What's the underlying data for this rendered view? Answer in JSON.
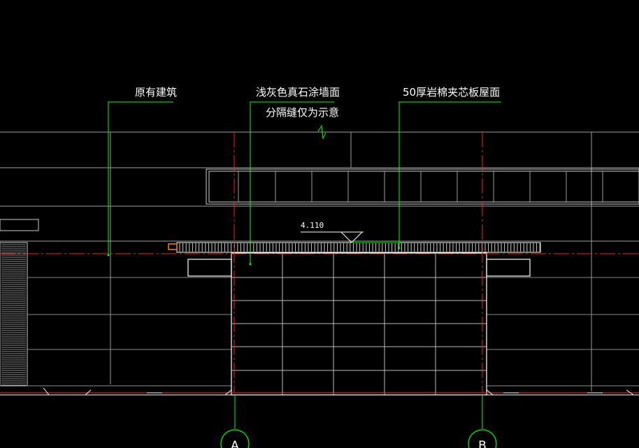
{
  "labels": {
    "existing_building": "原有建筑",
    "wall_finish_line1": "浅灰色真石涂墙面",
    "wall_finish_line2": "分隔缝仅为示意",
    "roof_panel": "50厚岩棉夹芯板屋面",
    "elevation": "4.110"
  },
  "axes": {
    "left": "A",
    "right": "B"
  },
  "colors": {
    "background": "#000000",
    "leader_line": "#00ff00",
    "axis_line": "#ff0000",
    "outline": "#ffffff",
    "panel_grid": "#bdbdbd"
  }
}
